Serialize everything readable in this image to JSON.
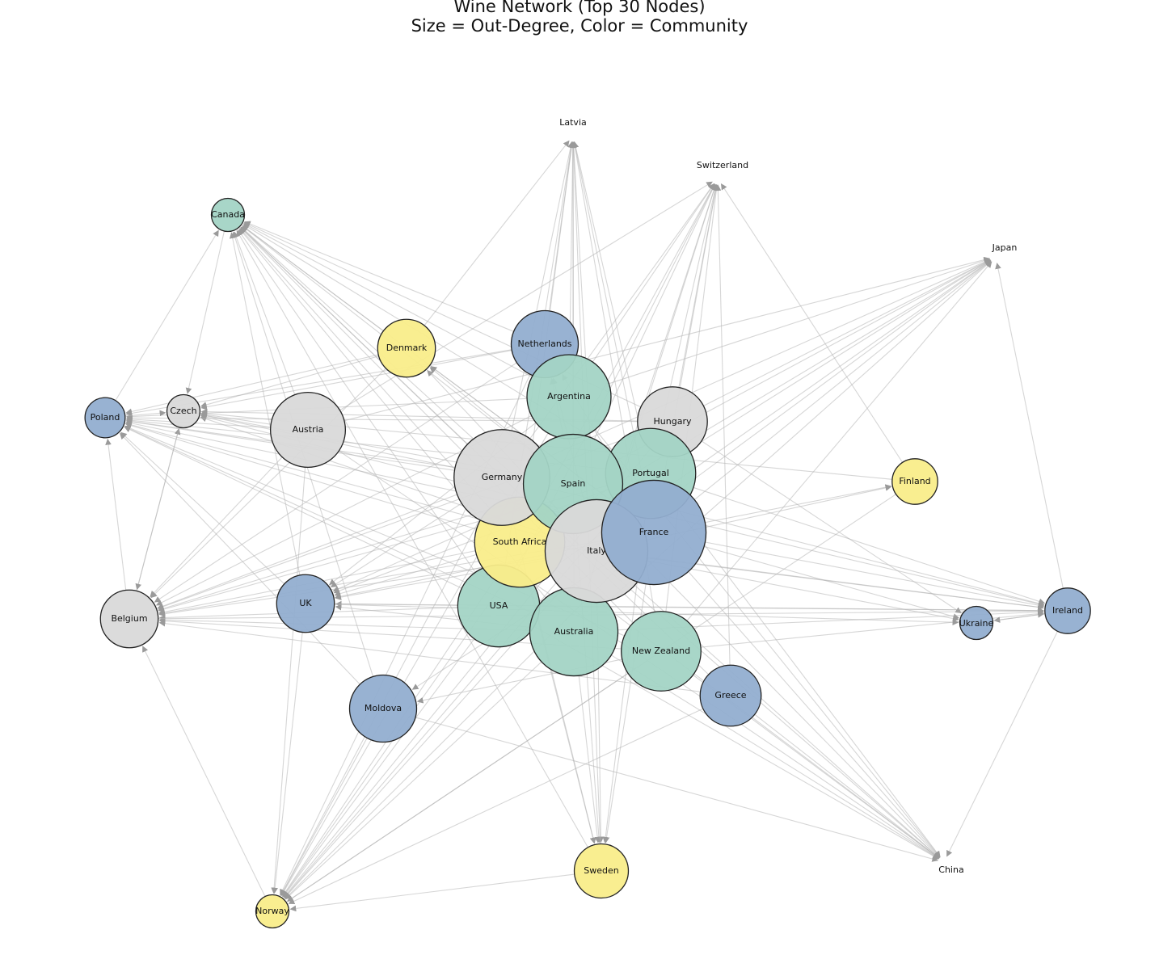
{
  "title": "Wine Network (Top 30 Nodes)",
  "subtitle": "Size = Out-Degree, Color = Community",
  "colors": {
    "community_blue": "#92aed0",
    "community_teal": "#a3d4c5",
    "community_yellow": "#f9ed8a",
    "community_gray": "#d9d9d9",
    "edge": "#b5b5b5",
    "node_border": "#222222"
  },
  "nodes": [
    {
      "id": "Latvia",
      "community": "none",
      "out_degree": 0
    },
    {
      "id": "Switzerland",
      "community": "none",
      "out_degree": 0
    },
    {
      "id": "Japan",
      "community": "none",
      "out_degree": 0
    },
    {
      "id": "China",
      "community": "none",
      "out_degree": 0
    },
    {
      "id": "Canada",
      "community": "teal",
      "out_degree": 1
    },
    {
      "id": "Czech",
      "community": "gray",
      "out_degree": 1
    },
    {
      "id": "Poland",
      "community": "blue",
      "out_degree": 2
    },
    {
      "id": "Norway",
      "community": "yellow",
      "out_degree": 1
    },
    {
      "id": "Ukraine",
      "community": "blue",
      "out_degree": 1
    },
    {
      "id": "Ireland",
      "community": "blue",
      "out_degree": 3
    },
    {
      "id": "Finland",
      "community": "yellow",
      "out_degree": 3
    },
    {
      "id": "Belgium",
      "community": "gray",
      "out_degree": 6
    },
    {
      "id": "UK",
      "community": "blue",
      "out_degree": 6
    },
    {
      "id": "Sweden",
      "community": "yellow",
      "out_degree": 5
    },
    {
      "id": "Denmark",
      "community": "yellow",
      "out_degree": 6
    },
    {
      "id": "Greece",
      "community": "blue",
      "out_degree": 7
    },
    {
      "id": "Netherlands",
      "community": "blue",
      "out_degree": 9
    },
    {
      "id": "Moldova",
      "community": "blue",
      "out_degree": 9
    },
    {
      "id": "Hungary",
      "community": "gray",
      "out_degree": 10
    },
    {
      "id": "Austria",
      "community": "gray",
      "out_degree": 12
    },
    {
      "id": "New Zealand",
      "community": "teal",
      "out_degree": 14
    },
    {
      "id": "USA",
      "community": "teal",
      "out_degree": 15
    },
    {
      "id": "Argentina",
      "community": "teal",
      "out_degree": 16
    },
    {
      "id": "Australia",
      "community": "teal",
      "out_degree": 18
    },
    {
      "id": "Portugal",
      "community": "teal",
      "out_degree": 19
    },
    {
      "id": "South Africa",
      "community": "yellow",
      "out_degree": 19
    },
    {
      "id": "Germany",
      "community": "gray",
      "out_degree": 22
    },
    {
      "id": "Spain",
      "community": "teal",
      "out_degree": 24
    },
    {
      "id": "Italy",
      "community": "gray",
      "out_degree": 26
    },
    {
      "id": "France",
      "community": "blue",
      "out_degree": 27
    }
  ],
  "edges": [
    [
      "France",
      "Latvia"
    ],
    [
      "France",
      "Switzerland"
    ],
    [
      "France",
      "Japan"
    ],
    [
      "France",
      "China"
    ],
    [
      "France",
      "Canada"
    ],
    [
      "France",
      "Poland"
    ],
    [
      "France",
      "Norway"
    ],
    [
      "France",
      "Ukraine"
    ],
    [
      "France",
      "Ireland"
    ],
    [
      "France",
      "Finland"
    ],
    [
      "France",
      "Belgium"
    ],
    [
      "France",
      "UK"
    ],
    [
      "France",
      "Sweden"
    ],
    [
      "France",
      "Denmark"
    ],
    [
      "France",
      "Czech"
    ],
    [
      "France",
      "Netherlands"
    ],
    [
      "France",
      "Moldova"
    ],
    [
      "Italy",
      "Latvia"
    ],
    [
      "Italy",
      "Switzerland"
    ],
    [
      "Italy",
      "Japan"
    ],
    [
      "Italy",
      "China"
    ],
    [
      "Italy",
      "Canada"
    ],
    [
      "Italy",
      "Poland"
    ],
    [
      "Italy",
      "Norway"
    ],
    [
      "Italy",
      "Ukraine"
    ],
    [
      "Italy",
      "Ireland"
    ],
    [
      "Italy",
      "Finland"
    ],
    [
      "Italy",
      "Belgium"
    ],
    [
      "Italy",
      "UK"
    ],
    [
      "Italy",
      "Sweden"
    ],
    [
      "Italy",
      "Denmark"
    ],
    [
      "Italy",
      "Czech"
    ],
    [
      "Italy",
      "Netherlands"
    ],
    [
      "Spain",
      "Latvia"
    ],
    [
      "Spain",
      "Switzerland"
    ],
    [
      "Spain",
      "Japan"
    ],
    [
      "Spain",
      "China"
    ],
    [
      "Spain",
      "Canada"
    ],
    [
      "Spain",
      "Poland"
    ],
    [
      "Spain",
      "Norway"
    ],
    [
      "Spain",
      "Ireland"
    ],
    [
      "Spain",
      "Belgium"
    ],
    [
      "Spain",
      "UK"
    ],
    [
      "Spain",
      "Sweden"
    ],
    [
      "Spain",
      "Denmark"
    ],
    [
      "Spain",
      "Czech"
    ],
    [
      "Spain",
      "Netherlands"
    ],
    [
      "Germany",
      "Latvia"
    ],
    [
      "Germany",
      "Switzerland"
    ],
    [
      "Germany",
      "Japan"
    ],
    [
      "Germany",
      "China"
    ],
    [
      "Germany",
      "Canada"
    ],
    [
      "Germany",
      "Poland"
    ],
    [
      "Germany",
      "Norway"
    ],
    [
      "Germany",
      "Ireland"
    ],
    [
      "Germany",
      "Belgium"
    ],
    [
      "Germany",
      "UK"
    ],
    [
      "Germany",
      "Sweden"
    ],
    [
      "Germany",
      "Czech"
    ],
    [
      "South Africa",
      "Latvia"
    ],
    [
      "South Africa",
      "Switzerland"
    ],
    [
      "South Africa",
      "Japan"
    ],
    [
      "South Africa",
      "China"
    ],
    [
      "South Africa",
      "Canada"
    ],
    [
      "South Africa",
      "Poland"
    ],
    [
      "South Africa",
      "Norway"
    ],
    [
      "South Africa",
      "Ireland"
    ],
    [
      "South Africa",
      "Belgium"
    ],
    [
      "South Africa",
      "UK"
    ],
    [
      "South Africa",
      "Sweden"
    ],
    [
      "Portugal",
      "Latvia"
    ],
    [
      "Portugal",
      "Switzerland"
    ],
    [
      "Portugal",
      "Japan"
    ],
    [
      "Portugal",
      "China"
    ],
    [
      "Portugal",
      "Canada"
    ],
    [
      "Portugal",
      "Poland"
    ],
    [
      "Portugal",
      "Norway"
    ],
    [
      "Portugal",
      "Ireland"
    ],
    [
      "Portugal",
      "Belgium"
    ],
    [
      "Portugal",
      "UK"
    ],
    [
      "Portugal",
      "Sweden"
    ],
    [
      "Australia",
      "Latvia"
    ],
    [
      "Australia",
      "Switzerland"
    ],
    [
      "Australia",
      "Japan"
    ],
    [
      "Australia",
      "China"
    ],
    [
      "Australia",
      "Canada"
    ],
    [
      "Australia",
      "Poland"
    ],
    [
      "Australia",
      "Norway"
    ],
    [
      "Australia",
      "Ireland"
    ],
    [
      "Australia",
      "Belgium"
    ],
    [
      "Australia",
      "UK"
    ],
    [
      "Australia",
      "Sweden"
    ],
    [
      "Argentina",
      "Latvia"
    ],
    [
      "Argentina",
      "Switzerland"
    ],
    [
      "Argentina",
      "Japan"
    ],
    [
      "Argentina",
      "China"
    ],
    [
      "Argentina",
      "Canada"
    ],
    [
      "Argentina",
      "Poland"
    ],
    [
      "Argentina",
      "Norway"
    ],
    [
      "Argentina",
      "Belgium"
    ],
    [
      "Argentina",
      "UK"
    ],
    [
      "USA",
      "Latvia"
    ],
    [
      "USA",
      "Switzerland"
    ],
    [
      "USA",
      "Japan"
    ],
    [
      "USA",
      "China"
    ],
    [
      "USA",
      "Canada"
    ],
    [
      "USA",
      "Poland"
    ],
    [
      "USA",
      "Norway"
    ],
    [
      "USA",
      "Ireland"
    ],
    [
      "USA",
      "Belgium"
    ],
    [
      "USA",
      "UK"
    ],
    [
      "New Zealand",
      "Latvia"
    ],
    [
      "New Zealand",
      "Switzerland"
    ],
    [
      "New Zealand",
      "Japan"
    ],
    [
      "New Zealand",
      "China"
    ],
    [
      "New Zealand",
      "Canada"
    ],
    [
      "New Zealand",
      "Poland"
    ],
    [
      "New Zealand",
      "Norway"
    ],
    [
      "New Zealand",
      "Ireland"
    ],
    [
      "New Zealand",
      "Belgium"
    ],
    [
      "New Zealand",
      "Moldova"
    ],
    [
      "Austria",
      "Switzerland"
    ],
    [
      "Austria",
      "Japan"
    ],
    [
      "Austria",
      "Canada"
    ],
    [
      "Austria",
      "Poland"
    ],
    [
      "Austria",
      "Norway"
    ],
    [
      "Austria",
      "Belgium"
    ],
    [
      "Austria",
      "Czech"
    ],
    [
      "Austria",
      "China"
    ],
    [
      "Hungary",
      "Switzerland"
    ],
    [
      "Hungary",
      "Japan"
    ],
    [
      "Hungary",
      "Canada"
    ],
    [
      "Hungary",
      "Poland"
    ],
    [
      "Hungary",
      "Norway"
    ],
    [
      "Hungary",
      "Belgium"
    ],
    [
      "Hungary",
      "Ukraine"
    ],
    [
      "Hungary",
      "Czech"
    ],
    [
      "Netherlands",
      "Latvia"
    ],
    [
      "Netherlands",
      "Canada"
    ],
    [
      "Netherlands",
      "Poland"
    ],
    [
      "Netherlands",
      "Norway"
    ],
    [
      "Netherlands",
      "Belgium"
    ],
    [
      "Netherlands",
      "Czech"
    ],
    [
      "Moldova",
      "Canada"
    ],
    [
      "Moldova",
      "Norway"
    ],
    [
      "Moldova",
      "China"
    ],
    [
      "Moldova",
      "Poland"
    ],
    [
      "Greece",
      "Switzerland"
    ],
    [
      "Greece",
      "Canada"
    ],
    [
      "Greece",
      "Norway"
    ],
    [
      "Greece",
      "China"
    ],
    [
      "Greece",
      "Belgium"
    ],
    [
      "Denmark",
      "Latvia"
    ],
    [
      "Denmark",
      "Canada"
    ],
    [
      "Denmark",
      "Poland"
    ],
    [
      "Denmark",
      "Belgium"
    ],
    [
      "Denmark",
      "Czech"
    ],
    [
      "UK",
      "Canada"
    ],
    [
      "UK",
      "Poland"
    ],
    [
      "UK",
      "Norway"
    ],
    [
      "UK",
      "Ireland"
    ],
    [
      "UK",
      "Ukraine"
    ],
    [
      "Belgium",
      "Czech"
    ],
    [
      "Belgium",
      "Poland"
    ],
    [
      "Belgium",
      "Ireland"
    ],
    [
      "Sweden",
      "Norway"
    ],
    [
      "Sweden",
      "Latvia"
    ],
    [
      "Sweden",
      "Canada"
    ],
    [
      "Finland",
      "Norway"
    ],
    [
      "Finland",
      "Switzerland"
    ],
    [
      "Finland",
      "Czech"
    ],
    [
      "Ireland",
      "Japan"
    ],
    [
      "Ireland",
      "China"
    ],
    [
      "Ireland",
      "Ukraine"
    ],
    [
      "Poland",
      "Czech"
    ],
    [
      "Poland",
      "Canada"
    ],
    [
      "Czech",
      "Belgium"
    ],
    [
      "Canada",
      "Czech"
    ],
    [
      "Ukraine",
      "Ireland"
    ],
    [
      "Norway",
      "Belgium"
    ]
  ]
}
